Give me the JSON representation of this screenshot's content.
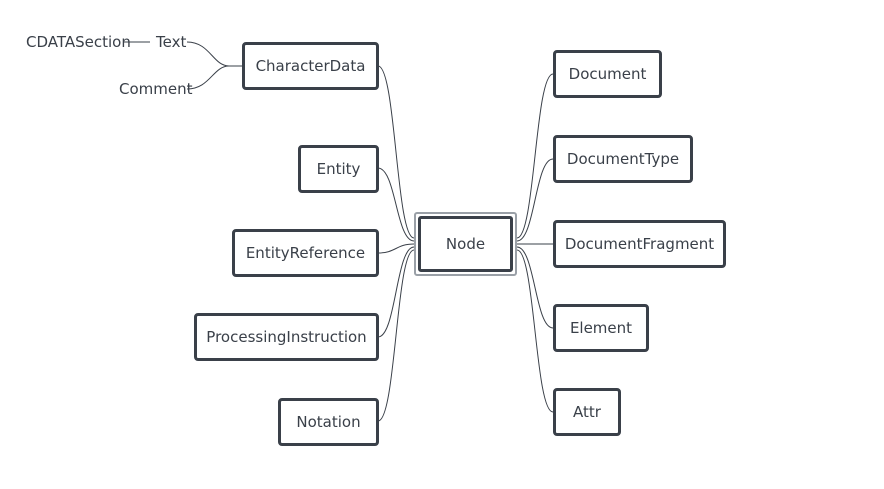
{
  "root": {
    "label": "Node"
  },
  "left_nodes": [
    {
      "label": "CharacterData"
    },
    {
      "label": "Entity"
    },
    {
      "label": "EntityReference"
    },
    {
      "label": "ProcessingInstruction"
    },
    {
      "label": "Notation"
    }
  ],
  "right_nodes": [
    {
      "label": "Document"
    },
    {
      "label": "DocumentType"
    },
    {
      "label": "DocumentFragment"
    },
    {
      "label": "Element"
    },
    {
      "label": "Attr"
    }
  ],
  "character_data_children": [
    {
      "label": "Text",
      "children": [
        {
          "label": "CDATASection"
        }
      ]
    },
    {
      "label": "Comment"
    }
  ]
}
